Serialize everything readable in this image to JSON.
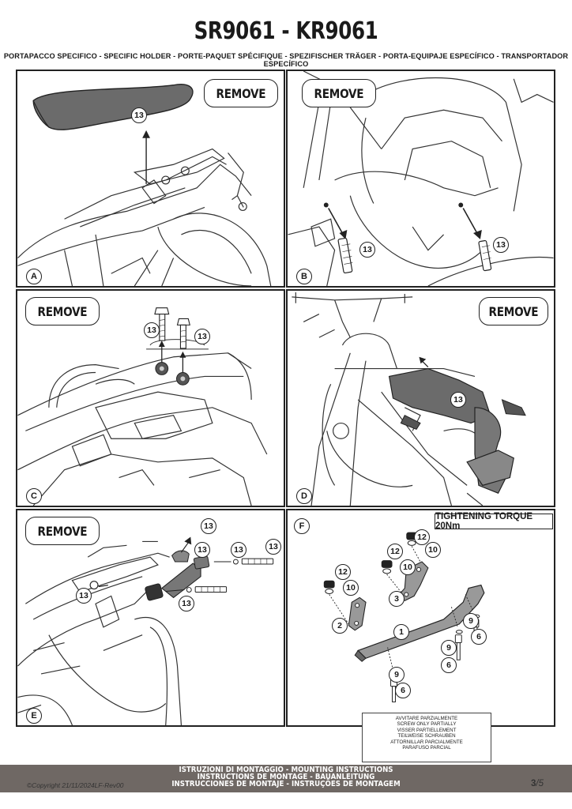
{
  "header": {
    "title": "SR9061 - KR9061",
    "subtitle": "PORTAPACCO SPECIFICO - SPECIFIC HOLDER - PORTE-PAQUET SPÉCIFIQUE - SPEZIFISCHER TRÄGER - PORTA-EQUIPAJE ESPECÍFICO - TRANSPORTADOR ESPECÍFICO"
  },
  "steps": {
    "a": {
      "letter": "A",
      "action": "REMOVE",
      "parts": [
        "13"
      ]
    },
    "b": {
      "letter": "B",
      "action": "REMOVE",
      "parts": [
        "13",
        "13"
      ]
    },
    "c": {
      "letter": "C",
      "action": "REMOVE",
      "parts": [
        "13",
        "13"
      ]
    },
    "d": {
      "letter": "D",
      "action": "REMOVE",
      "parts": [
        "13"
      ]
    },
    "e": {
      "letter": "E",
      "action": "REMOVE",
      "parts": [
        "13",
        "13",
        "13",
        "13",
        "13",
        "13"
      ]
    },
    "f": {
      "letter": "F",
      "torque": "TIGHTENING TORQUE 20Nm",
      "parts": [
        "12",
        "10",
        "12",
        "10",
        "12",
        "10",
        "2",
        "3",
        "1",
        "9",
        "6",
        "9",
        "6",
        "9",
        "6"
      ]
    }
  },
  "note": {
    "lines": [
      "AVVITARE PARZIALMENTE",
      "SCREW ONLY PARTIALLY",
      "VISSER PARTIELLEMENT",
      "TEILWEISE SCHRAUBEN",
      "ATTORNILLAR PARCIALMENTE",
      "PARAFUSO PARCIAL"
    ]
  },
  "footer": {
    "lines": [
      "ISTRUZIONI DI MONTAGGIO  -  MOUNTING INSTRUCTIONS",
      "INSTRUCTIONS DE MONTAGE - BAUANLEITUNG",
      "INSTRUCCIONES DE MONTAJE - INSTRUÇÕES DE MONTAGEM"
    ],
    "copyright": "©Copyright 21/11/2024LF-Rev00",
    "page": "3",
    "total": "/5"
  },
  "colors": {
    "footer_bg": "#6f6864",
    "seat_fill": "#6b6b6b",
    "line": "#222222"
  }
}
